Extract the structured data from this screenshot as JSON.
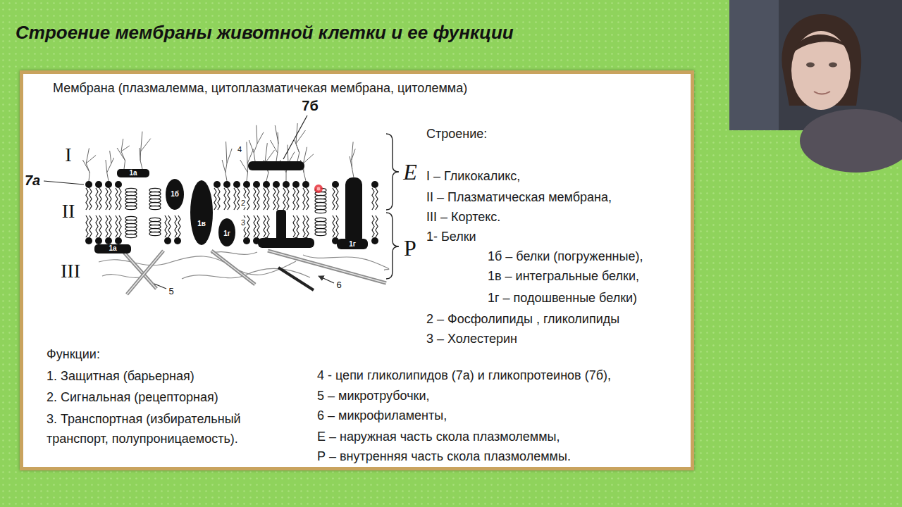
{
  "diagram": {
    "title": "Строение мембраны животной клетки и ее функции",
    "nodes": [
      {
        "text": [
          "Мембрана (плазмалемма, цитоплазматичекая мембрана, цитолемма)",
          "Строение:",
          "I – Гликокаликс,",
          "II – Плазматическая мембрана,",
          "III – Кортекс.",
          "1- Белки",
          "1б – белки (погруженные),",
          "1в – интегральные белки,",
          "1г – подошвенные белки)",
          "2 – Фосфолипиды , гликолипиды",
          "3 – Холестерин",
          "Функции:",
          "1. Защитная (барьерная)",
          "2. Сигнальная (рецепторная)",
          "3. Транспортная (избирательный транспорт, полупроницаемость).",
          "4 - цепи гликолипидов (7а) и гликопротеинов (7б),",
          "5 – микротрубочки,",
          "6 – микрофиламенты,",
          "Е – наружная часть скола плазмолеммы,",
          "Р – внутренняя часть скола плазмолеммы."
        ]
      }
    ],
    "labels": [
      "7б",
      "I",
      "4",
      "1а",
      "7а",
      "1б",
      "II",
      "2",
      "3",
      "1в",
      "Е",
      "1г",
      "1а",
      "1г",
      "Р",
      "III",
      "5",
      "6"
    ]
  }
}
